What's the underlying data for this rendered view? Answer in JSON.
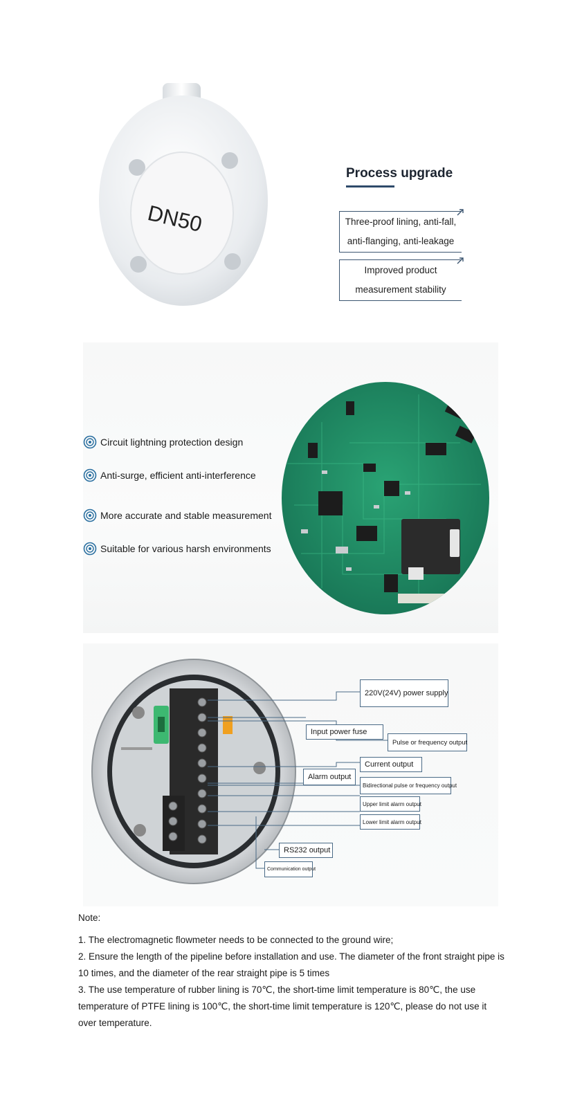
{
  "process": {
    "dn_label": "DN50",
    "title": "Process upgrade",
    "boxes": [
      {
        "line1": "Three-proof lining, anti-fall,",
        "line2": "anti-flanging, anti-leakage"
      },
      {
        "line1": "Improved product",
        "line2": "measurement stability"
      }
    ]
  },
  "features": [
    "Circuit lightning protection design",
    "Anti-surge, efficient anti-interference",
    "More accurate and stable measurement",
    "Suitable for various harsh environments"
  ],
  "wiring": {
    "power_supply": "220V(24V) power supply",
    "input_fuse": "Input power fuse",
    "pulse_output": "Pulse or frequency output",
    "current_output": "Current output",
    "alarm_output": "Alarm output",
    "bidirectional_output": "Bidirectional pulse or frequency output",
    "upper_alarm": "Upper limit alarm output",
    "lower_alarm": "Lower limit alarm output",
    "rs232": "RS232 output",
    "communication": "Communication output"
  },
  "notes": {
    "title": "Note:",
    "items": [
      "1. The electromagnetic flowmeter needs to be connected to the ground wire;",
      "2. Ensure the length of the pipeline before installation and use. The diameter of the front straight pipe is 10 times, and the diameter of the rear straight pipe is 5 times",
      "3. The use temperature of rubber lining is 70℃, the short-time limit temperature is 80℃, the use temperature of PTFE lining is 100℃, the short-time limit temperature is 120℃, please do not use it over temperature."
    ]
  },
  "colors": {
    "frame": "#3b5570",
    "pcb": "#1f8a63",
    "accent": "#2a6fa0"
  }
}
